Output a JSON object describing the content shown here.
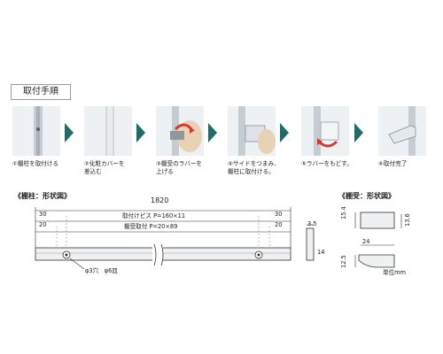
{
  "header": {
    "procedure_title": "取付手順"
  },
  "steps": [
    {
      "caption": "①棚柱を取付ける"
    },
    {
      "caption": "②化粧カバーを\n差込む"
    },
    {
      "caption": "③棚受のラバーを\n上げる"
    },
    {
      "caption": "④サイドをつまみ、\n棚柱に取付ける。"
    },
    {
      "caption": "⑤ラバーをもどす。"
    },
    {
      "caption": "⑥取付完了"
    }
  ],
  "shelf_pillar": {
    "section_title": "《棚柱：形状図》",
    "total_length": "1820",
    "left_offset_top": "30",
    "right_offset_top": "30",
    "left_offset_bottom": "20",
    "right_offset_bottom": "20",
    "screw_pitch_label": "取付けピス P=160×11",
    "bracket_pitch_label": "棚受取付 P=20×89",
    "hole_label": "φ3穴　φ6皿",
    "thickness": "3.5",
    "width": "14"
  },
  "shelf_bracket": {
    "section_title": "《棚受：形状図》",
    "height_outer": "15.4",
    "height_right": "13.6",
    "depth": "24",
    "lower_height": "12.5",
    "unit_label": "単位mm"
  },
  "colors": {
    "arrow": "#1f6b68",
    "red_arrow": "#d23b2a",
    "metal": "#c9ced3"
  }
}
